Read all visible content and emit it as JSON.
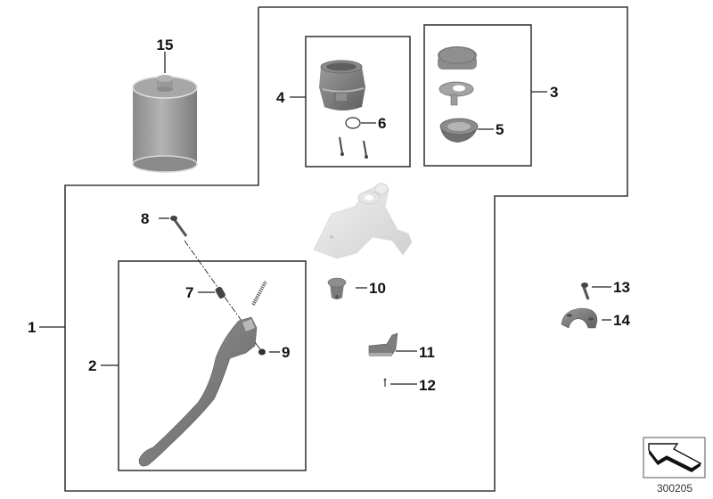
{
  "diagram": {
    "type": "exploded parts diagram",
    "subject": "Handlebar brake lever assembly with master cylinder reservoir",
    "reference_number": "300205",
    "orientation_icon": "orientation-arrow-icon"
  },
  "callouts": [
    {
      "number": "1",
      "part": "brake-fitting-assembly",
      "group": "outer frame"
    },
    {
      "number": "2",
      "part": "hand-lever-assembly",
      "group": "lever frame"
    },
    {
      "number": "3",
      "part": "reservoir-cover-set",
      "group": "cover frame"
    },
    {
      "number": "4",
      "part": "fluid-reservoir-set",
      "group": "reservoir frame"
    },
    {
      "number": "5",
      "part": "diaphragm"
    },
    {
      "number": "6",
      "part": "o-ring"
    },
    {
      "number": "7",
      "part": "spacer-sleeve"
    },
    {
      "number": "8",
      "part": "lever-pivot-bolt"
    },
    {
      "number": "9",
      "part": "adjuster-nut"
    },
    {
      "number": "10",
      "part": "rubber-boot"
    },
    {
      "number": "11",
      "part": "switch-bracket"
    },
    {
      "number": "12",
      "part": "small-screw"
    },
    {
      "number": "13",
      "part": "clamp-bolt"
    },
    {
      "number": "14",
      "part": "handlebar-clamp"
    },
    {
      "number": "15",
      "part": "brake-fluid-can"
    }
  ],
  "labels": {
    "l1": "1",
    "l2": "2",
    "l3": "3",
    "l4": "4",
    "l5": "5",
    "l6": "6",
    "l7": "7",
    "l8": "8",
    "l9": "9",
    "l10": "10",
    "l11": "11",
    "l12": "12",
    "l13": "13",
    "l14": "14",
    "l15": "15",
    "ref": "300205"
  },
  "colors": {
    "frame": "#3a3a3a",
    "part_dark": "#7a7a7a",
    "part_mid": "#9a9a9a",
    "part_light": "#e2e2e2",
    "text": "#111111"
  }
}
